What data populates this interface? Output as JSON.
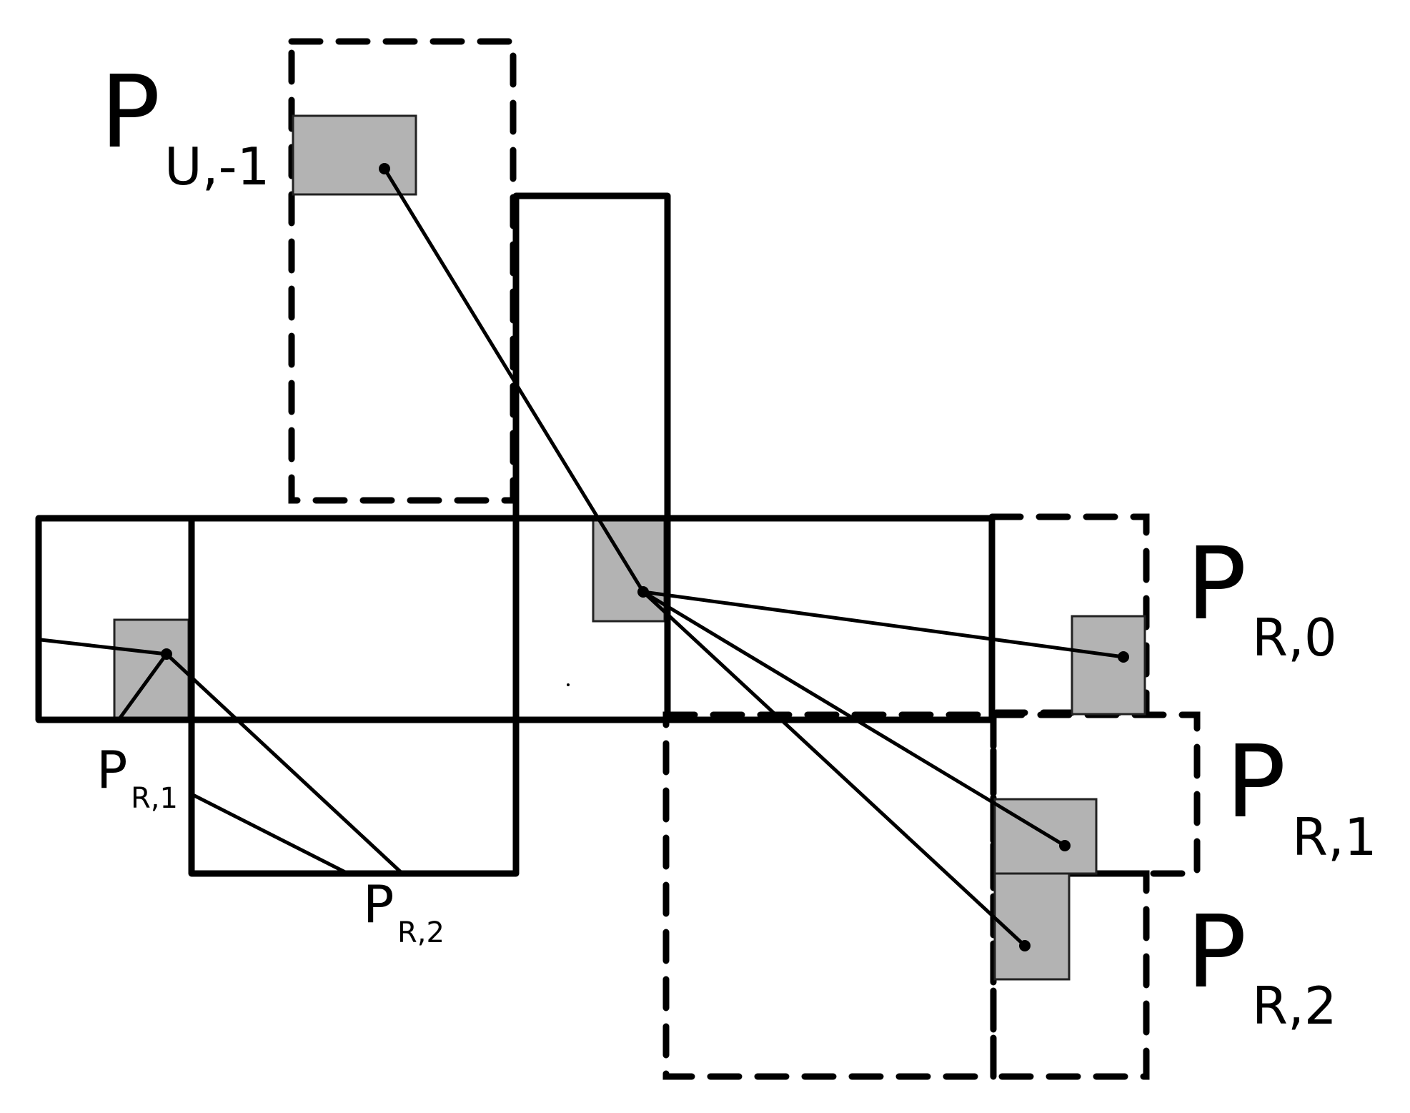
{
  "colors": {
    "line": "#000000",
    "patch_fill": "#b3b3b3",
    "background": "#ffffff"
  },
  "labels": {
    "p_u_m1": {
      "main": "P",
      "sub": "U,-1"
    },
    "p_r0": {
      "main": "P",
      "sub": "R,0"
    },
    "p_r1_right": {
      "main": "P",
      "sub": "R,1"
    },
    "p_r2_right": {
      "main": "P",
      "sub": "R,2"
    },
    "p_r1_left": {
      "main": "P",
      "sub": "R,1"
    },
    "p_r2_bottom": {
      "main": "P",
      "sub": "R,2"
    }
  }
}
